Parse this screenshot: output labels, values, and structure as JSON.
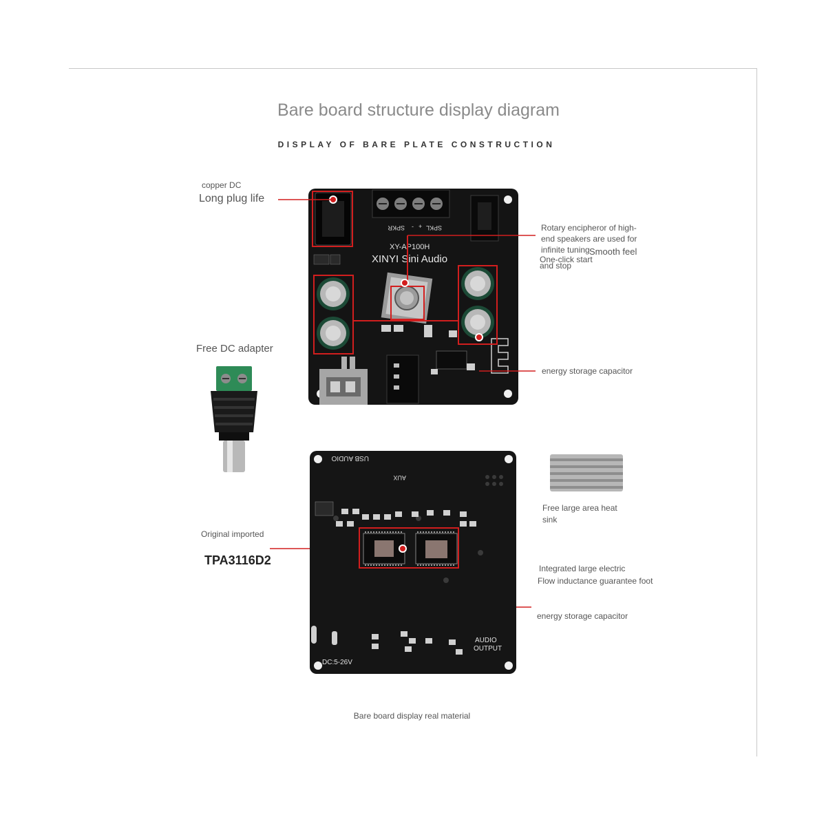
{
  "title": "Bare board structure display diagram",
  "subtitle": "DISPLAY OF BARE PLATE CONSTRUCTION",
  "top_board": {
    "model": "XY-AP100H",
    "brand": "XINYI Sini Audio",
    "terminal_labels": [
      "SPKR",
      "-",
      "+",
      "SPKL"
    ]
  },
  "bottom_board": {
    "silk_usb_audio": "USB AUDIO",
    "silk_aux": "AUX",
    "silk_audio": "AUDIO",
    "silk_output": "OUTPUT",
    "silk_power": "DC:5-26V"
  },
  "labels": {
    "copper_dc": "copper DC",
    "long_plug_life": "Long plug life",
    "rotary_line1": "Rotary encipheror of high-",
    "rotary_line2": "end speakers are used for",
    "rotary_line3": "infinite tuning",
    "smooth_feel": "Smooth feel",
    "one_click_start": "One-click start",
    "and_stop": "and stop",
    "energy_capacitor_top": "energy storage capacitor",
    "free_dc_adapter": "Free DC adapter",
    "free_heat_sink_line1": "Free large area heat",
    "free_heat_sink_line2": "sink",
    "original_imported": "Original imported",
    "tpa_chip": "TPA3116D2",
    "inductance_line1": "Integrated large electric",
    "inductance_line2": "Flow inductance guarantee foot",
    "energy_capacitor_bottom": "energy storage capacitor"
  },
  "caption": "Bare board display real material",
  "colors": {
    "accent": "#d21e1e",
    "board": "#141414",
    "title_gray": "#8a8a8a"
  }
}
